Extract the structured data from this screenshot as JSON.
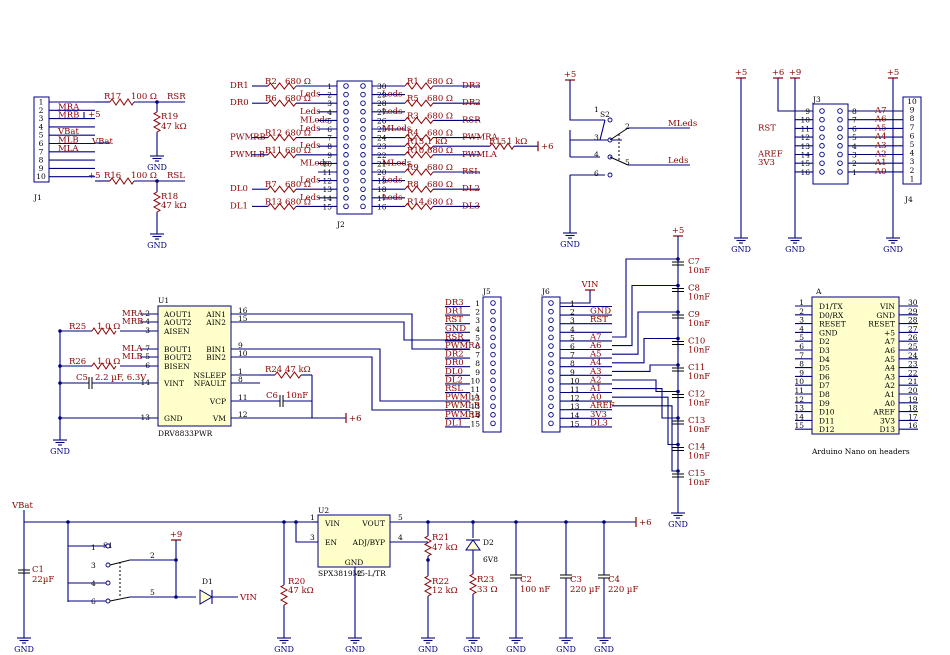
{
  "gnd_label": "GND",
  "j1": {
    "name": "J1",
    "pins": [
      "1",
      "2",
      "3",
      "4",
      "5",
      "6",
      "7",
      "8",
      "9",
      "10"
    ],
    "nets": [
      "",
      "MRA",
      "MRB",
      "",
      "VBat",
      "MLB",
      "MLA",
      "",
      "",
      ""
    ],
    "r17": {
      "ref": "R17",
      "value": "100 Ω"
    },
    "r19": {
      "ref": "R19",
      "value": "47 kΩ"
    },
    "r16": {
      "ref": "R16",
      "value": "100 Ω"
    },
    "r18": {
      "ref": "R18",
      "value": "47 kΩ"
    },
    "rsr": "RSR",
    "rsl": "RSL",
    "plus5": "+5"
  },
  "j2": {
    "name": "J2",
    "left": [
      {
        "net": "DR1",
        "r": "R2",
        "v": "680 Ω",
        "p": "1"
      },
      {
        "net": "",
        "r": "",
        "v": "Leds",
        "p": "2"
      },
      {
        "net": "DR0",
        "r": "R6",
        "v": "680 Ω",
        "p": "3"
      },
      {
        "net": "",
        "r": "",
        "v": "Leds",
        "p": "4"
      },
      {
        "net": "",
        "r": "",
        "v": "MLeds",
        "p": "5"
      },
      {
        "net": "",
        "r": "",
        "v": "Leds",
        "p": "6"
      },
      {
        "net": "PWMRB",
        "r": "R12",
        "v": "680 Ω",
        "p": "7"
      },
      {
        "net": "",
        "r": "",
        "v": "Leds",
        "p": "8"
      },
      {
        "net": "PWMLB",
        "r": "R11",
        "v": "680 Ω",
        "p": "9"
      },
      {
        "net": "",
        "r": "",
        "v": "MLeds",
        "p": "10"
      },
      {
        "net": "",
        "r": "",
        "v": "",
        "p": "11"
      },
      {
        "net": "",
        "r": "",
        "v": "Leds",
        "p": "12"
      },
      {
        "net": "DL0",
        "r": "R7",
        "v": "680 Ω",
        "p": "13"
      },
      {
        "net": "",
        "r": "",
        "v": "Leds",
        "p": "14"
      },
      {
        "net": "DL1",
        "r": "R13",
        "v": "680 Ω",
        "p": "15"
      }
    ],
    "right": [
      {
        "p": "30",
        "r": "R1",
        "v": "680 Ω",
        "net": "DR3"
      },
      {
        "p": "29",
        "r": "",
        "v": "Leds",
        "net": ""
      },
      {
        "p": "28",
        "r": "R5",
        "v": "680 Ω",
        "net": "DR2"
      },
      {
        "p": "27",
        "r": "",
        "v": "Leds",
        "net": ""
      },
      {
        "p": "26",
        "r": "R3",
        "v": "680 Ω",
        "net": "RSR"
      },
      {
        "p": "25",
        "r": "",
        "v": "MLeds",
        "net": ""
      },
      {
        "p": "24",
        "r": "R4",
        "v": "680 Ω",
        "net": "PWMRA"
      },
      {
        "p": "23",
        "r": "R15",
        "v": "1 kΩ",
        "net": "+6"
      },
      {
        "p": "22",
        "r": "R10",
        "v": "680 Ω",
        "net": "PWMLA"
      },
      {
        "p": "21",
        "r": "",
        "v": "MLeds",
        "net": ""
      },
      {
        "p": "20",
        "r": "R9",
        "v": "680 Ω",
        "net": "RSL"
      },
      {
        "p": "19",
        "r": "",
        "v": "Leds",
        "net": ""
      },
      {
        "p": "18",
        "r": "R8",
        "v": "680 Ω",
        "net": "DL2"
      },
      {
        "p": "17",
        "r": "",
        "v": "Leds",
        "net": ""
      },
      {
        "p": "16",
        "r": "R14",
        "v": "680 Ω",
        "net": "DL3"
      }
    ]
  },
  "s2": {
    "name": "S2",
    "plus5": "+5",
    "pins": [
      "1",
      "2",
      "3",
      "4",
      "5",
      "6"
    ],
    "mleds": "MLeds",
    "leds": "Leds"
  },
  "j3": {
    "name": "J3",
    "top": [
      "+5",
      "+6",
      "+9"
    ],
    "left": [
      {
        "p": "9",
        "net": ""
      },
      {
        "p": "10",
        "net": ""
      },
      {
        "p": "11",
        "net": "RST"
      },
      {
        "p": "12",
        "net": ""
      },
      {
        "p": "13",
        "net": ""
      },
      {
        "p": "14",
        "net": "AREF"
      },
      {
        "p": "15",
        "net": "3V3"
      },
      {
        "p": "16",
        "net": ""
      }
    ],
    "right": [
      {
        "p": "8",
        "net": "A7"
      },
      {
        "p": "7",
        "net": "A6"
      },
      {
        "p": "6",
        "net": "A5"
      },
      {
        "p": "5",
        "net": "A4"
      },
      {
        "p": "4",
        "net": "A3"
      },
      {
        "p": "3",
        "net": "A2"
      },
      {
        "p": "2",
        "net": "A1"
      },
      {
        "p": "1",
        "net": "A0"
      }
    ]
  },
  "j4": {
    "name": "J4",
    "plus5": "+5",
    "pins": [
      "10",
      "9",
      "8",
      "7",
      "6",
      "5",
      "4",
      "3",
      "2",
      "1"
    ]
  },
  "u1": {
    "ref": "U1",
    "part": "DRV8833PWR",
    "left": [
      {
        "p": "2",
        "n": "AOUT1",
        "net": "MRA"
      },
      {
        "p": "4",
        "n": "AOUT2",
        "net": "MRB"
      },
      {
        "p": "3",
        "n": "AISEN",
        "net": ""
      },
      {
        "p": "7",
        "n": "BOUT1",
        "net": "MLA"
      },
      {
        "p": "5",
        "n": "BOUT2",
        "net": "MLB"
      },
      {
        "p": "6",
        "n": "BISEN",
        "net": ""
      },
      {
        "p": "14",
        "n": "VINT",
        "net": ""
      },
      {
        "p": "13",
        "n": "GND",
        "net": ""
      }
    ],
    "right": [
      {
        "p": "16",
        "n": "AIN1"
      },
      {
        "p": "15",
        "n": "AIN2"
      },
      {
        "p": "9",
        "n": "BIN1"
      },
      {
        "p": "10",
        "n": "BIN2"
      },
      {
        "p": "1",
        "n": "NSLEEP"
      },
      {
        "p": "8",
        "n": "NFAULT"
      },
      {
        "p": "11",
        "n": "VCP"
      },
      {
        "p": "12",
        "n": "VM"
      }
    ],
    "r25": {
      "ref": "R25",
      "value": "1.0 Ω"
    },
    "r26": {
      "ref": "R26",
      "value": "1.0 Ω"
    },
    "c5": {
      "ref": "C5",
      "value": "2.2 µF, 6.3V"
    },
    "r24": {
      "ref": "R24",
      "value": "47 kΩ"
    },
    "c6": {
      "ref": "C6",
      "value": "10nF"
    },
    "plus6": "+6"
  },
  "j5": {
    "name": "J5",
    "rows": [
      {
        "net": "DR3",
        "p": "1"
      },
      {
        "net": "DR1",
        "p": "2"
      },
      {
        "net": "RST",
        "p": "3"
      },
      {
        "net": "GND",
        "p": "4"
      },
      {
        "net": "RSR",
        "p": "5"
      },
      {
        "net": "PWMRA",
        "p": "6"
      },
      {
        "net": "DR2",
        "p": "7"
      },
      {
        "net": "DR0",
        "p": "8"
      },
      {
        "net": "DL0",
        "p": "9"
      },
      {
        "net": "DL2",
        "p": "10"
      },
      {
        "net": "RSL",
        "p": "11"
      },
      {
        "net": "PWMLA",
        "p": "12"
      },
      {
        "net": "PWMLB",
        "p": "13"
      },
      {
        "net": "PWMRB",
        "p": "14"
      },
      {
        "net": "DL1",
        "p": "15"
      }
    ]
  },
  "j6": {
    "name": "J6",
    "vin": "VIN",
    "rows": [
      {
        "p": "1",
        "net": ""
      },
      {
        "p": "2",
        "net": "GND"
      },
      {
        "p": "3",
        "net": "RST"
      },
      {
        "p": "4",
        "net": ""
      },
      {
        "p": "5",
        "net": "A7"
      },
      {
        "p": "6",
        "net": "A6"
      },
      {
        "p": "7",
        "net": "A5"
      },
      {
        "p": "8",
        "net": "A4"
      },
      {
        "p": "9",
        "net": "A3"
      },
      {
        "p": "10",
        "net": "A2"
      },
      {
        "p": "11",
        "net": "A1"
      },
      {
        "p": "12",
        "net": "A0"
      },
      {
        "p": "13",
        "net": "AREF"
      },
      {
        "p": "14",
        "net": "3V3"
      },
      {
        "p": "15",
        "net": "DL3"
      }
    ]
  },
  "caps": {
    "plus5": "+5",
    "list": [
      {
        "ref": "C7",
        "v": "10nF"
      },
      {
        "ref": "C8",
        "v": "10nF"
      },
      {
        "ref": "C9",
        "v": "10nF"
      },
      {
        "ref": "C10",
        "v": "10nF"
      },
      {
        "ref": "C11",
        "v": "10nF"
      },
      {
        "ref": "C12",
        "v": "10nF"
      },
      {
        "ref": "C13",
        "v": "10nF"
      },
      {
        "ref": "C14",
        "v": "10nF"
      },
      {
        "ref": "C15",
        "v": "10nF"
      }
    ]
  },
  "nano": {
    "ref": "A",
    "caption": "Arduino Nano on headers",
    "left": [
      {
        "p": "1",
        "n": "D1/TX"
      },
      {
        "p": "2",
        "n": "D0/RX"
      },
      {
        "p": "3",
        "n": "RESET"
      },
      {
        "p": "4",
        "n": "GND"
      },
      {
        "p": "5",
        "n": "D2"
      },
      {
        "p": "6",
        "n": "D3"
      },
      {
        "p": "7",
        "n": "D4"
      },
      {
        "p": "8",
        "n": "D5"
      },
      {
        "p": "9",
        "n": "D6"
      },
      {
        "p": "10",
        "n": "D7"
      },
      {
        "p": "11",
        "n": "D8"
      },
      {
        "p": "12",
        "n": "D9"
      },
      {
        "p": "13",
        "n": "D10"
      },
      {
        "p": "14",
        "n": "D11"
      },
      {
        "p": "15",
        "n": "D12"
      }
    ],
    "right": [
      {
        "p": "30",
        "n": "VIN"
      },
      {
        "p": "29",
        "n": "GND"
      },
      {
        "p": "28",
        "n": "RESET"
      },
      {
        "p": "27",
        "n": "+5"
      },
      {
        "p": "26",
        "n": "A7"
      },
      {
        "p": "25",
        "n": "A6"
      },
      {
        "p": "24",
        "n": "A5"
      },
      {
        "p": "23",
        "n": "A4"
      },
      {
        "p": "22",
        "n": "A3"
      },
      {
        "p": "21",
        "n": "A2"
      },
      {
        "p": "20",
        "n": "A1"
      },
      {
        "p": "19",
        "n": "A0"
      },
      {
        "p": "18",
        "n": "AREF"
      },
      {
        "p": "17",
        "n": "3V3"
      },
      {
        "p": "16",
        "n": "D13"
      }
    ]
  },
  "power": {
    "vbat": "VBat",
    "c1": {
      "ref": "C1",
      "v": "22µF"
    },
    "s1": "S1",
    "s1pins": [
      "1",
      "2",
      "3",
      "4",
      "5",
      "6"
    ],
    "plus9": "+9",
    "d1": "D1",
    "vin": "VIN",
    "r20": {
      "ref": "R20",
      "v": "47 kΩ"
    },
    "u2": {
      "ref": "U2",
      "part": "SPX3819M5-L/TR",
      "vin": "VIN",
      "vout": "VOUT",
      "en": "EN",
      "adj": "ADJ/BYP",
      "gnd": "GND",
      "p1": "1",
      "p3": "3",
      "p5": "5",
      "p4": "4",
      "p2": "2"
    },
    "r21": {
      "ref": "R21",
      "v": "47 kΩ"
    },
    "r22": {
      "ref": "R22",
      "v": "12 kΩ"
    },
    "d2": {
      "ref": "D2",
      "v": "6V8"
    },
    "r23": {
      "ref": "R23",
      "v": "33 Ω"
    },
    "c2": {
      "ref": "C2",
      "v": "100 nF"
    },
    "c3": {
      "ref": "C3",
      "v": "220 µF"
    },
    "c4": {
      "ref": "C4",
      "v": "220 µF"
    },
    "plus6": "+6"
  }
}
